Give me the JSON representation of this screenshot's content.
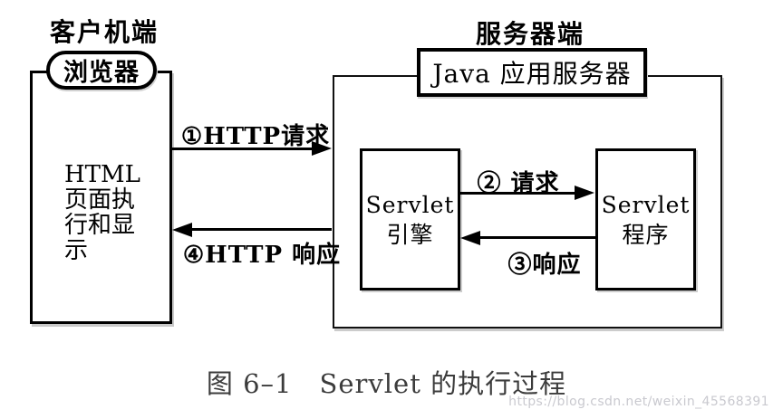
{
  "client": {
    "title": "客户机端",
    "browser_label": "浏览器",
    "box_lines": [
      "HTML",
      "页面执",
      "行和显",
      "示"
    ]
  },
  "server": {
    "title": "服务器端",
    "app_server_label": "Java 应用服务器",
    "servlet_engine_lines": [
      "Servlet",
      "引擎"
    ],
    "servlet_program_lines": [
      "Servlet",
      "程序"
    ]
  },
  "arrows": {
    "http_request": {
      "label": "①HTTP请求"
    },
    "request": {
      "label": "② 请求"
    },
    "response": {
      "label": "③响应"
    },
    "http_response": {
      "label": "④HTTP 响应"
    }
  },
  "caption": "图 6–1　Servlet 的执行过程",
  "watermark": "https://blog.csdn.net/weixin_45568391",
  "colors": {
    "line": "#000000",
    "caption_text": "#3c3c3c",
    "watermark_text": "#c9c9cf",
    "background": "#ffffff"
  }
}
